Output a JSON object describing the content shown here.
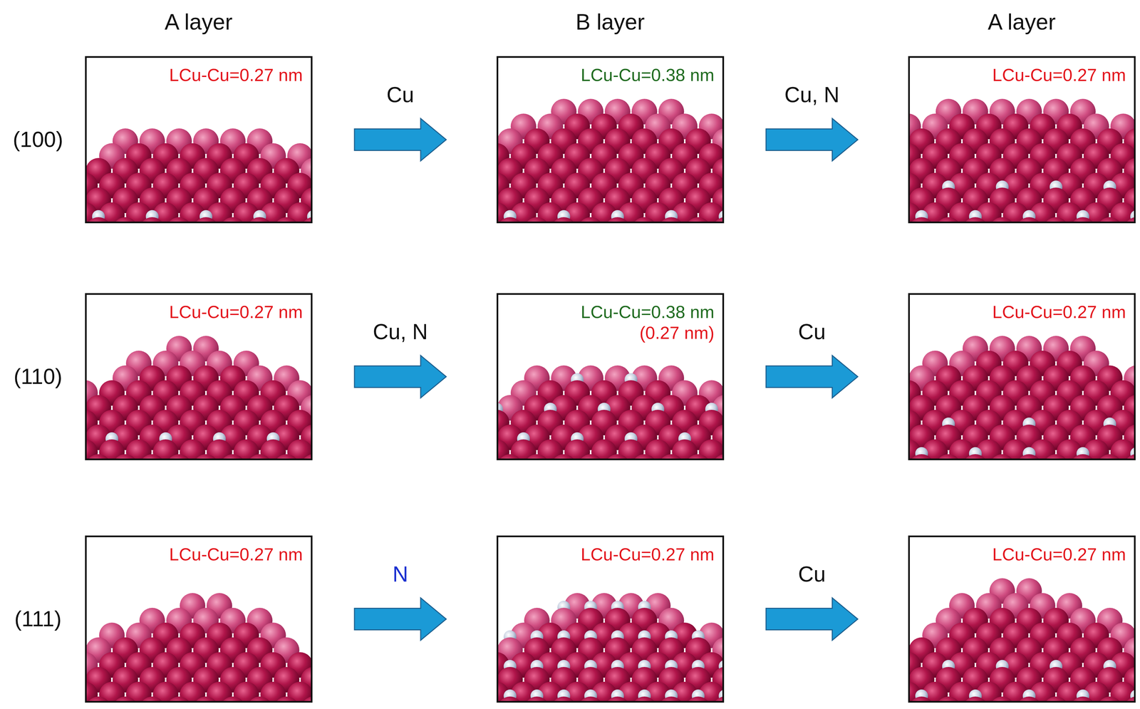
{
  "diagram": {
    "nodes": [
      {
        "text": [
          "LCu-Cu=0.27 nm"
        ]
      },
      {
        "text": [
          "LCu-Cu=0.38 nm"
        ]
      },
      {
        "text": [
          "LCu-Cu=0.27 nm"
        ]
      },
      {
        "text": [
          "LCu-Cu=0.27 nm"
        ]
      },
      {
        "text": [
          "LCu-Cu=0.38 nm",
          "(0.27 nm)"
        ]
      },
      {
        "text": [
          "LCu-Cu=0.27 nm"
        ]
      },
      {
        "text": [
          "LCu-Cu=0.27 nm"
        ]
      },
      {
        "text": [
          "LCu-Cu=0.27 nm"
        ]
      },
      {
        "text": [
          "LCu-Cu=0.27 nm"
        ]
      }
    ],
    "edges": [
      {
        "from": 0,
        "to": 1,
        "arrow": "to",
        "label": "Cu"
      },
      {
        "from": 1,
        "to": 2,
        "arrow": "to",
        "label": "Cu, N"
      },
      {
        "from": 3,
        "to": 4,
        "arrow": "to",
        "label": "Cu, N"
      },
      {
        "from": 4,
        "to": 5,
        "arrow": "to",
        "label": "Cu"
      },
      {
        "from": 6,
        "to": 7,
        "arrow": "to",
        "label": "N"
      },
      {
        "from": 7,
        "to": 8,
        "arrow": "to",
        "label": "Cu"
      }
    ],
    "labels": [
      "A layer",
      "B layer",
      "A layer",
      "(100)",
      "(110)",
      "(111)"
    ]
  }
}
